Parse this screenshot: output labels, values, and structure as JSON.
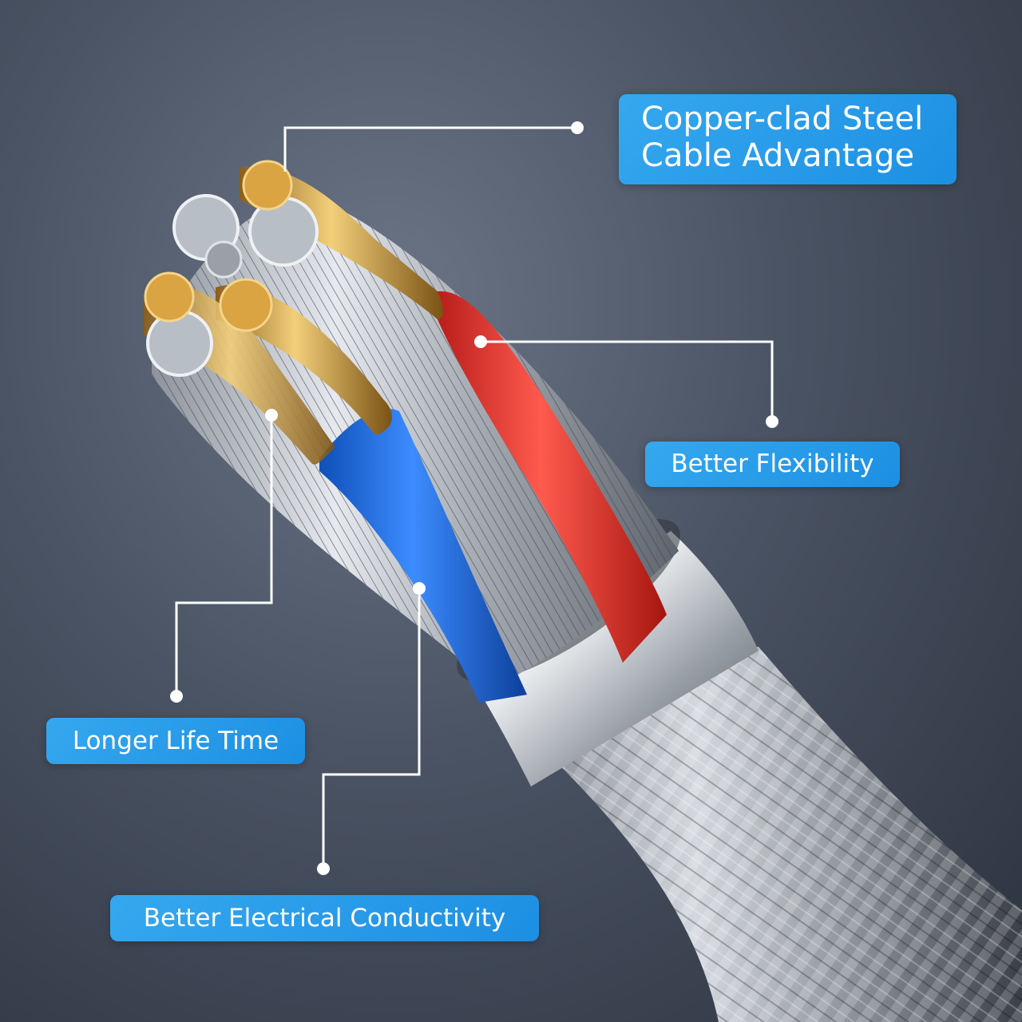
{
  "labels": {
    "copper_line1": "Copper-clad Steel",
    "copper_line2": "Cable Advantage",
    "flexibility": "Better Flexibility",
    "life_time": "Longer Life Time",
    "conductivity": "Better Electrical Conductivity"
  },
  "colors": {
    "label_bg": "#1d8fe3",
    "label_text": "#ffffff",
    "red_wire": "#e8322e",
    "blue_wire": "#1a6fe0",
    "copper_strand": "#d9a441",
    "silver_strand": "#c7ccd3",
    "background": "#3f4756"
  }
}
